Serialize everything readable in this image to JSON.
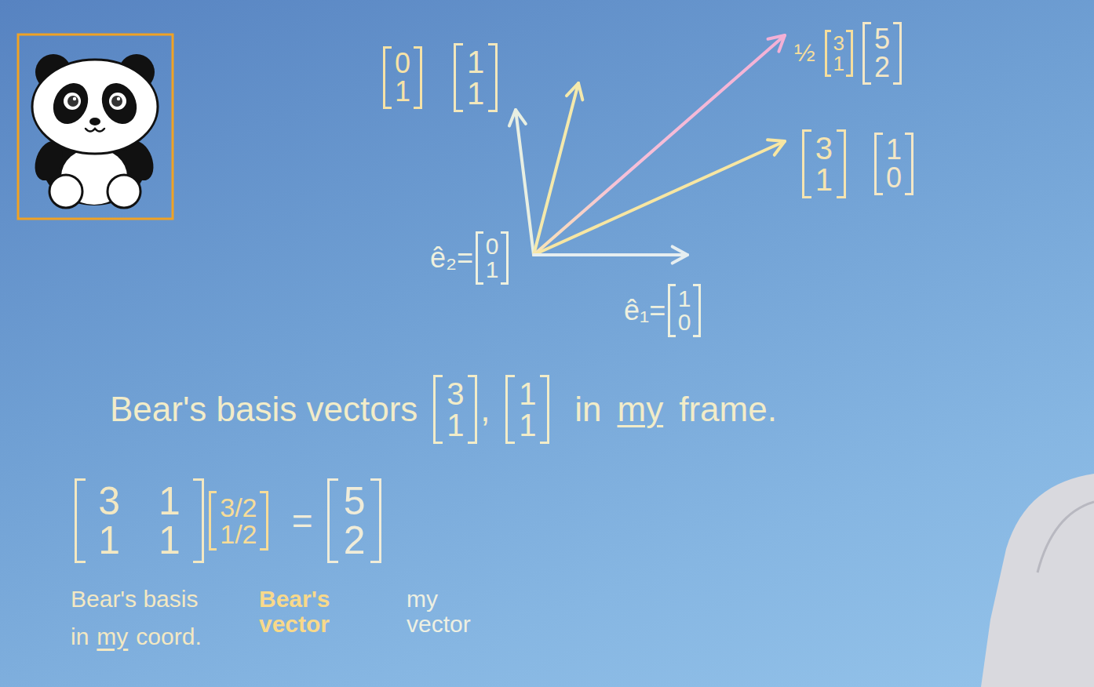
{
  "diagram": {
    "labels": [
      "0 1",
      "1 1",
      "½",
      "3 1",
      "5 2",
      "3 1",
      "1 0",
      "ê₂=",
      "0 1",
      "ê₁=",
      "1 0",
      "Bear's basis vectors",
      "3 1",
      ",",
      "1 1",
      "in",
      "my",
      "frame.",
      "3 1 1 1",
      "3/2 1/2",
      "=",
      "5 2",
      "Bear's basis",
      "in",
      "my",
      "coord.",
      "Bear's vector",
      "my vector"
    ]
  }
}
